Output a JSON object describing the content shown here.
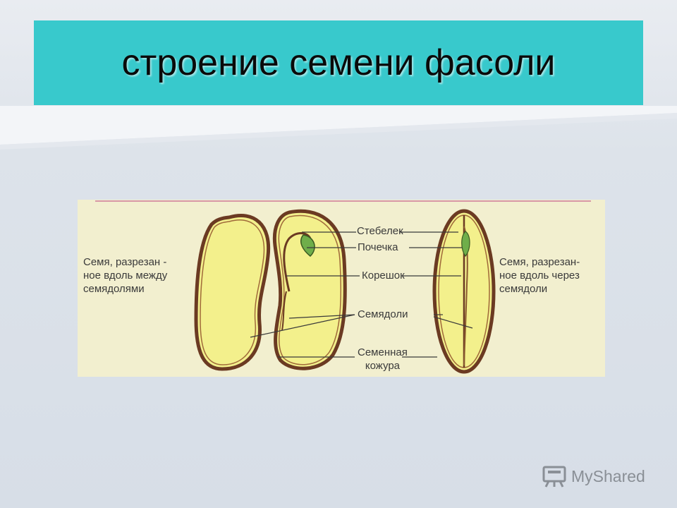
{
  "title": "строение семени фасоли",
  "labels": {
    "left_caption": "Семя, разрезан -\nное вдоль между\nсемядолями",
    "right_caption": "Семя, разрезан-\nное вдоль через\nсемядоли",
    "stem": "Стебелек",
    "bud": "Почечка",
    "root": "Корешок",
    "cotyledons": "Семядоли",
    "seed_coat": "Семенная\nкожура"
  },
  "watermark": "MyShared",
  "colors": {
    "banner": "#38c9cc",
    "cotyledon_fill": "#f3f08c",
    "coat_outline": "#6b3a22",
    "bud": "#6fae4a"
  }
}
